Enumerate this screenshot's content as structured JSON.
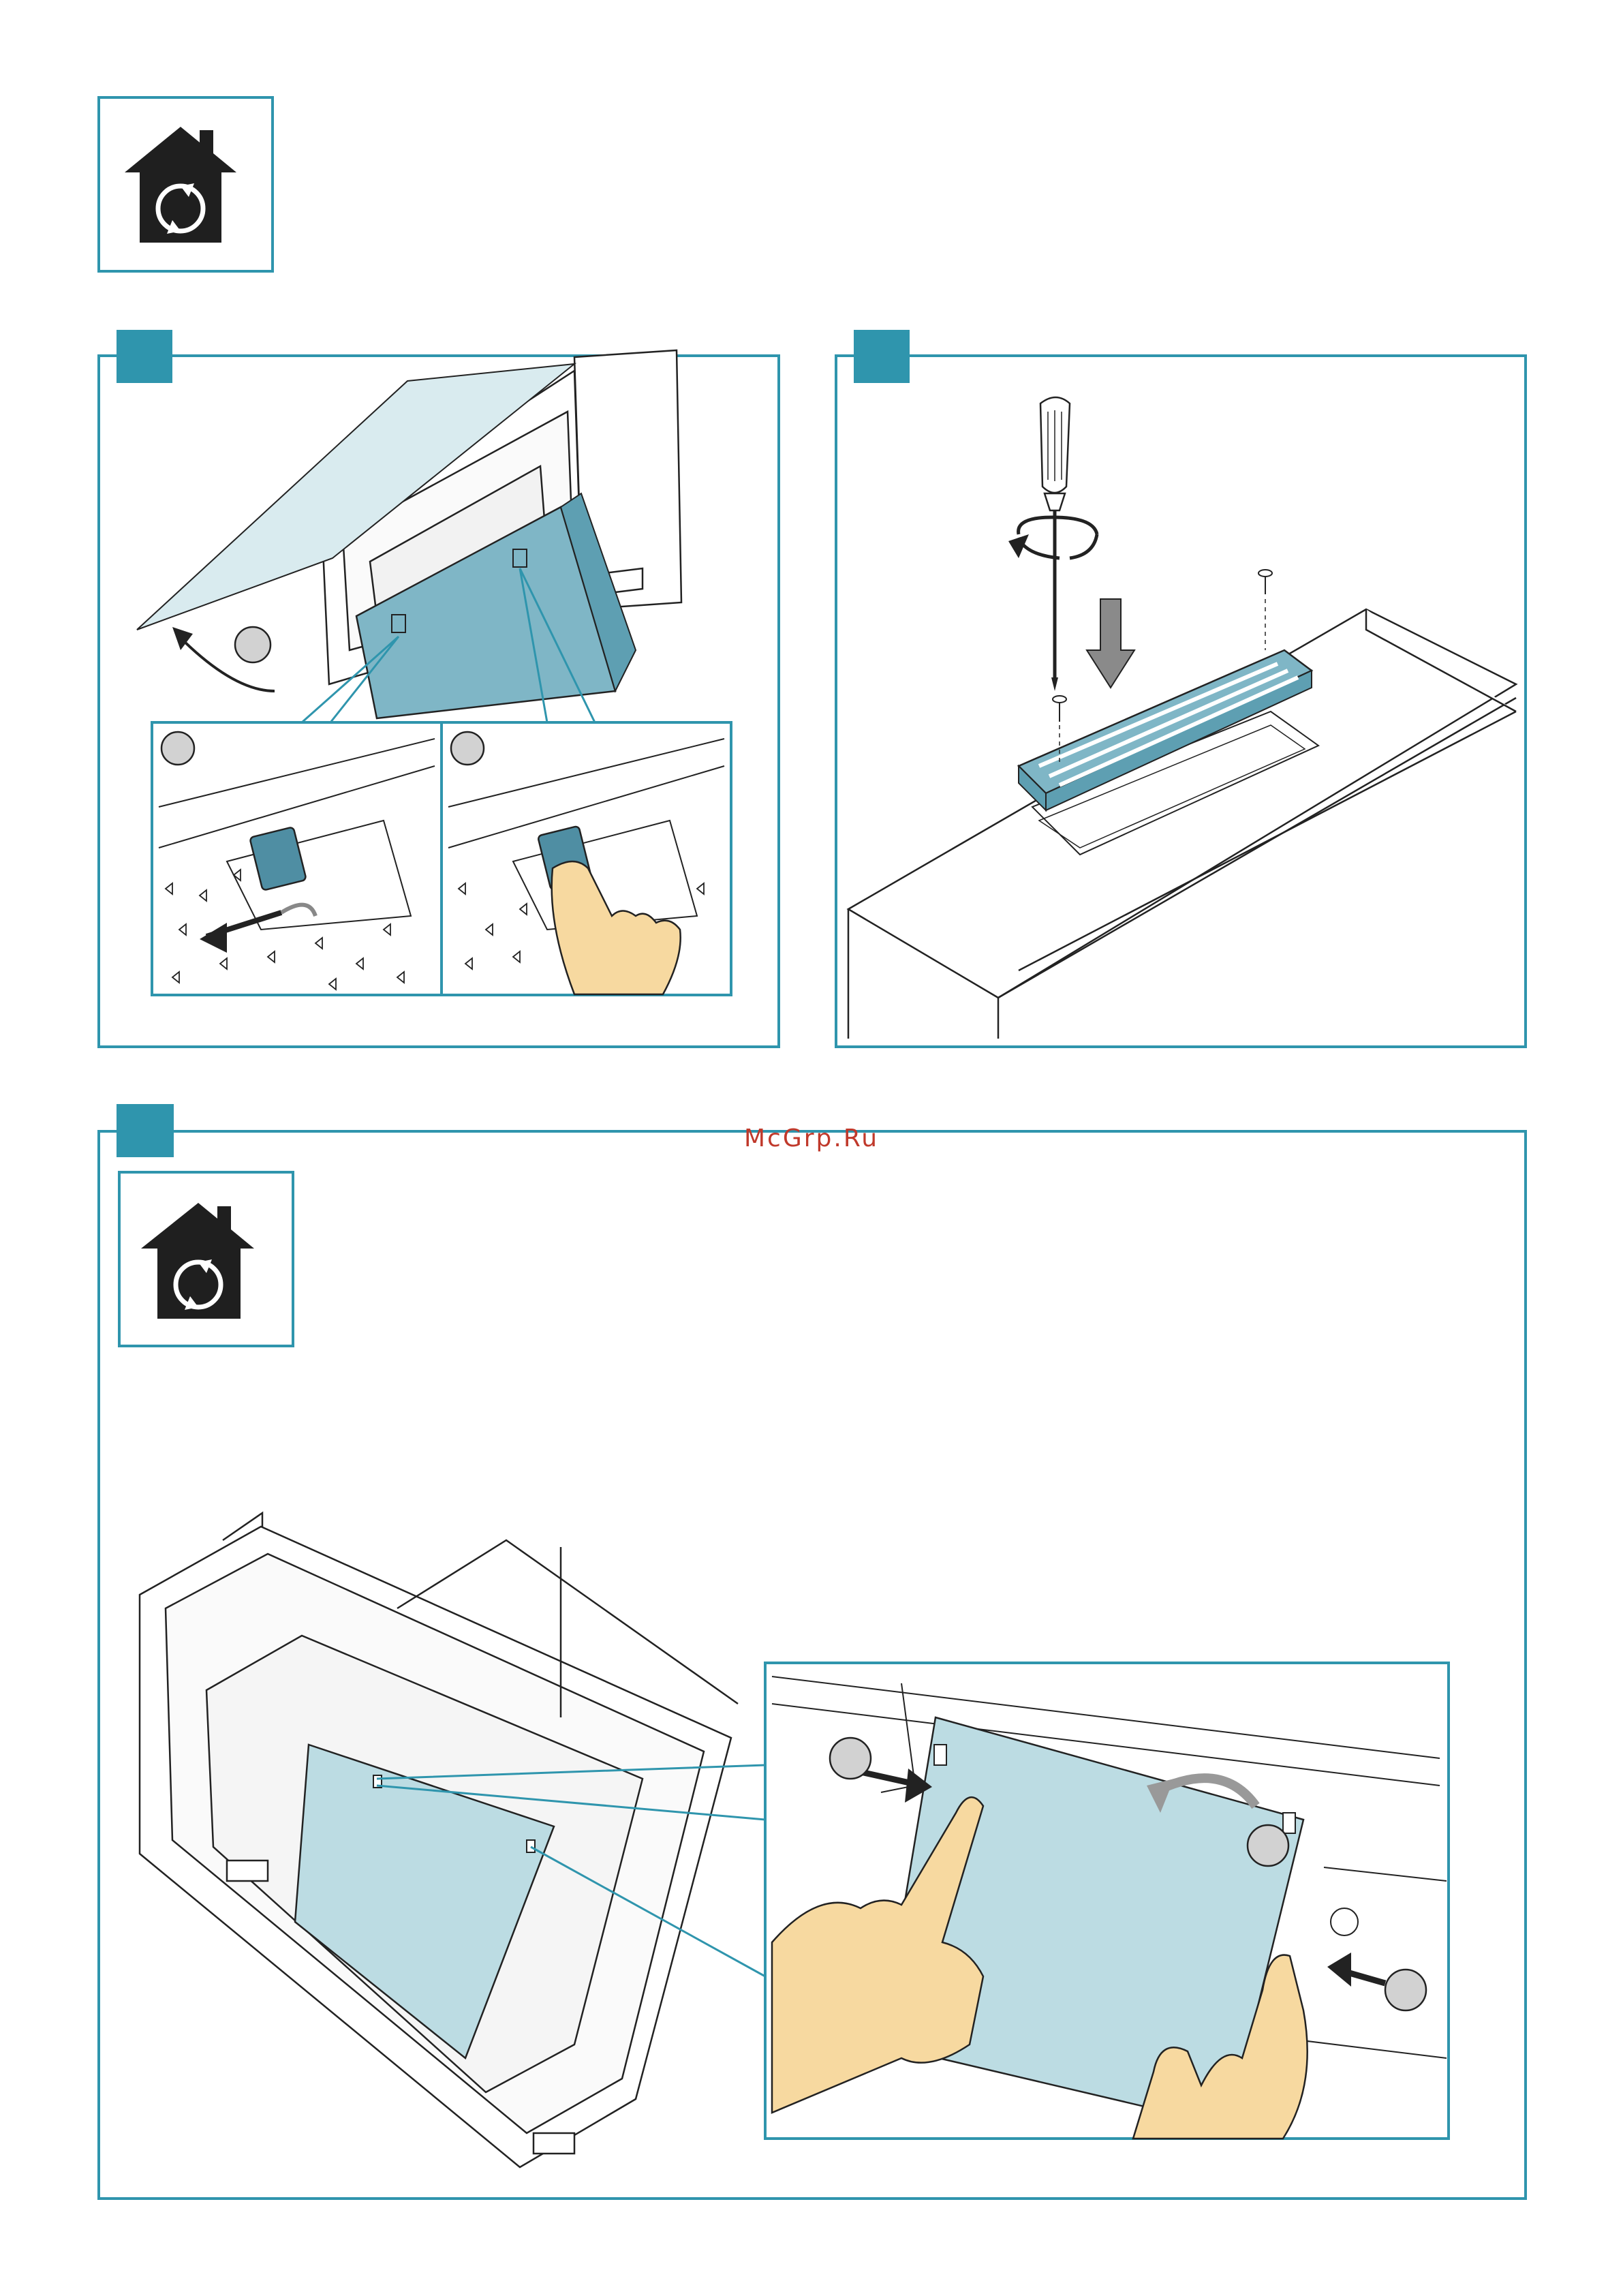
{
  "watermark": {
    "text": "McGrp.Ru"
  },
  "colors": {
    "frame": "#2f95ad",
    "tab": "#2f95ad",
    "filter": "#7fb6c6",
    "filter_light": "#bcdce3",
    "skin": "#f7d9a0",
    "grey": "#c8c8c8",
    "line": "#222222"
  },
  "icons": {
    "home_care_top": "home-rotate-icon",
    "home_care_panel3": "home-rotate-icon",
    "screwdriver": "screwdriver-icon",
    "rotate_arrow": "rotate-arrow-icon",
    "down_arrow": "down-arrow-icon"
  },
  "panels": [
    {
      "name": "step-panel-1",
      "tab": "blank"
    },
    {
      "name": "step-panel-2",
      "tab": "blank"
    },
    {
      "name": "step-panel-3",
      "tab": "blank"
    }
  ]
}
